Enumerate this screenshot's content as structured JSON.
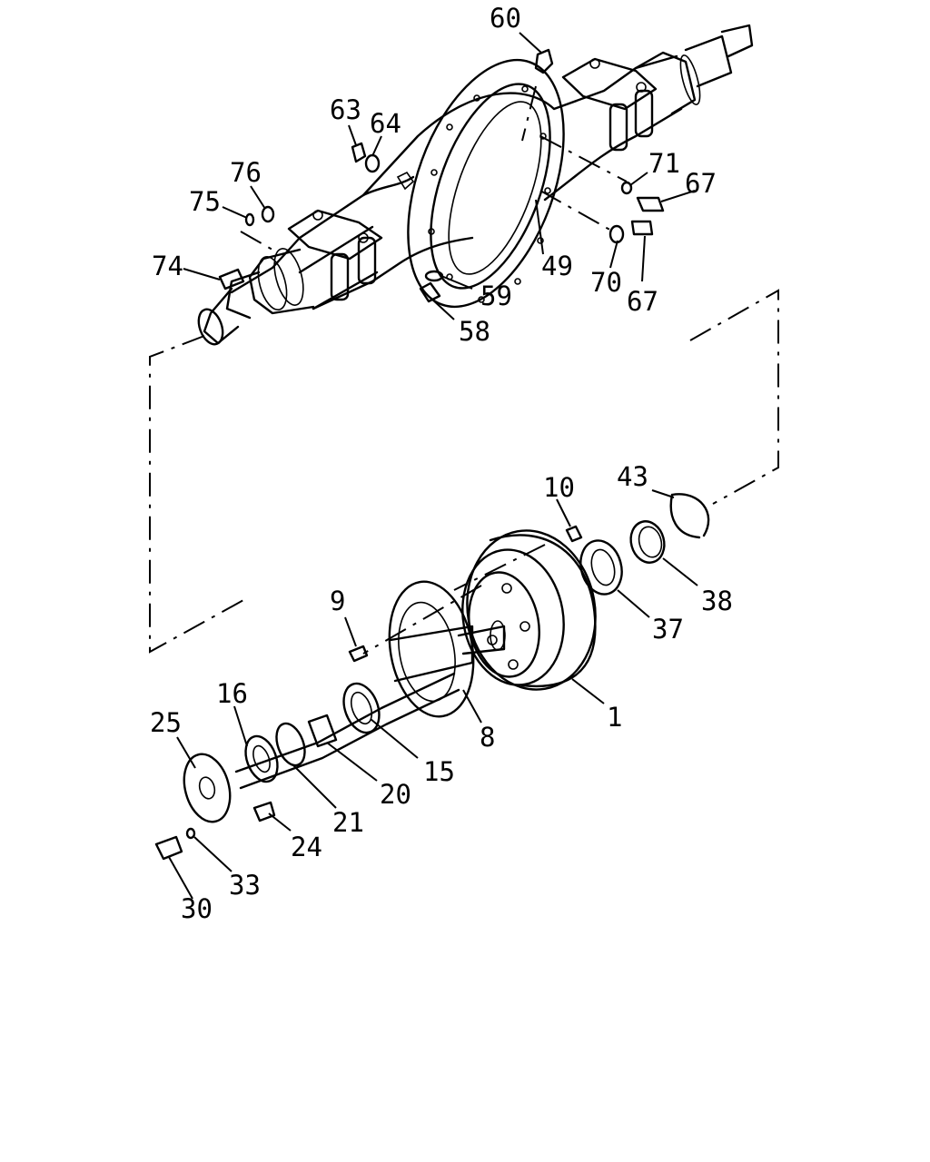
{
  "diagram": {
    "callouts": [
      {
        "id": "c60",
        "label": "60"
      },
      {
        "id": "c63",
        "label": "63"
      },
      {
        "id": "c64",
        "label": "64"
      },
      {
        "id": "c76",
        "label": "76"
      },
      {
        "id": "c75",
        "label": "75"
      },
      {
        "id": "c71",
        "label": "71"
      },
      {
        "id": "c67a",
        "label": "67"
      },
      {
        "id": "c74",
        "label": "74"
      },
      {
        "id": "c49",
        "label": "49"
      },
      {
        "id": "c59",
        "label": "59"
      },
      {
        "id": "c70",
        "label": "70"
      },
      {
        "id": "c67b",
        "label": "67"
      },
      {
        "id": "c58",
        "label": "58"
      },
      {
        "id": "c43",
        "label": "43"
      },
      {
        "id": "c10",
        "label": "10"
      },
      {
        "id": "c38",
        "label": "38"
      },
      {
        "id": "c9",
        "label": "9"
      },
      {
        "id": "c37",
        "label": "37"
      },
      {
        "id": "c16",
        "label": "16"
      },
      {
        "id": "c1",
        "label": "1"
      },
      {
        "id": "c25",
        "label": "25"
      },
      {
        "id": "c8",
        "label": "8"
      },
      {
        "id": "c15",
        "label": "15"
      },
      {
        "id": "c20",
        "label": "20"
      },
      {
        "id": "c21",
        "label": "21"
      },
      {
        "id": "c24",
        "label": "24"
      },
      {
        "id": "c33",
        "label": "33"
      },
      {
        "id": "c30",
        "label": "30"
      }
    ]
  }
}
